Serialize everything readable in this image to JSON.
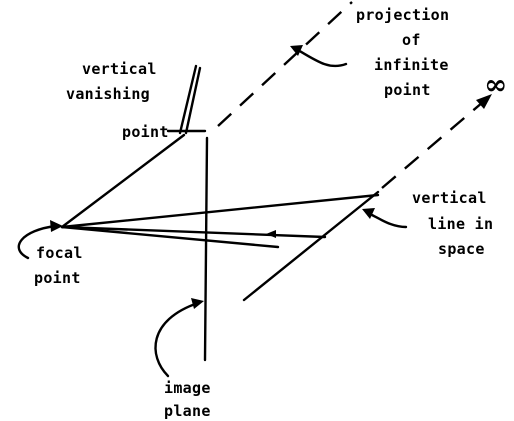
{
  "labels": {
    "projection_line1": "projection",
    "projection_line2": "of",
    "projection_line3": "infinite",
    "projection_line4": "point",
    "vvp_line1": "vertical",
    "vvp_line2": "vanishing",
    "vvp_line3": "point",
    "infinity_symbol": "∞",
    "vline_line1": "vertical",
    "vline_line2": "line in",
    "vline_line3": "space",
    "focal_line1": "focal",
    "focal_line2": "point",
    "image_line1": "image",
    "image_line2": "plane"
  },
  "colors": {
    "ink": "#000000",
    "background": "#ffffff"
  }
}
